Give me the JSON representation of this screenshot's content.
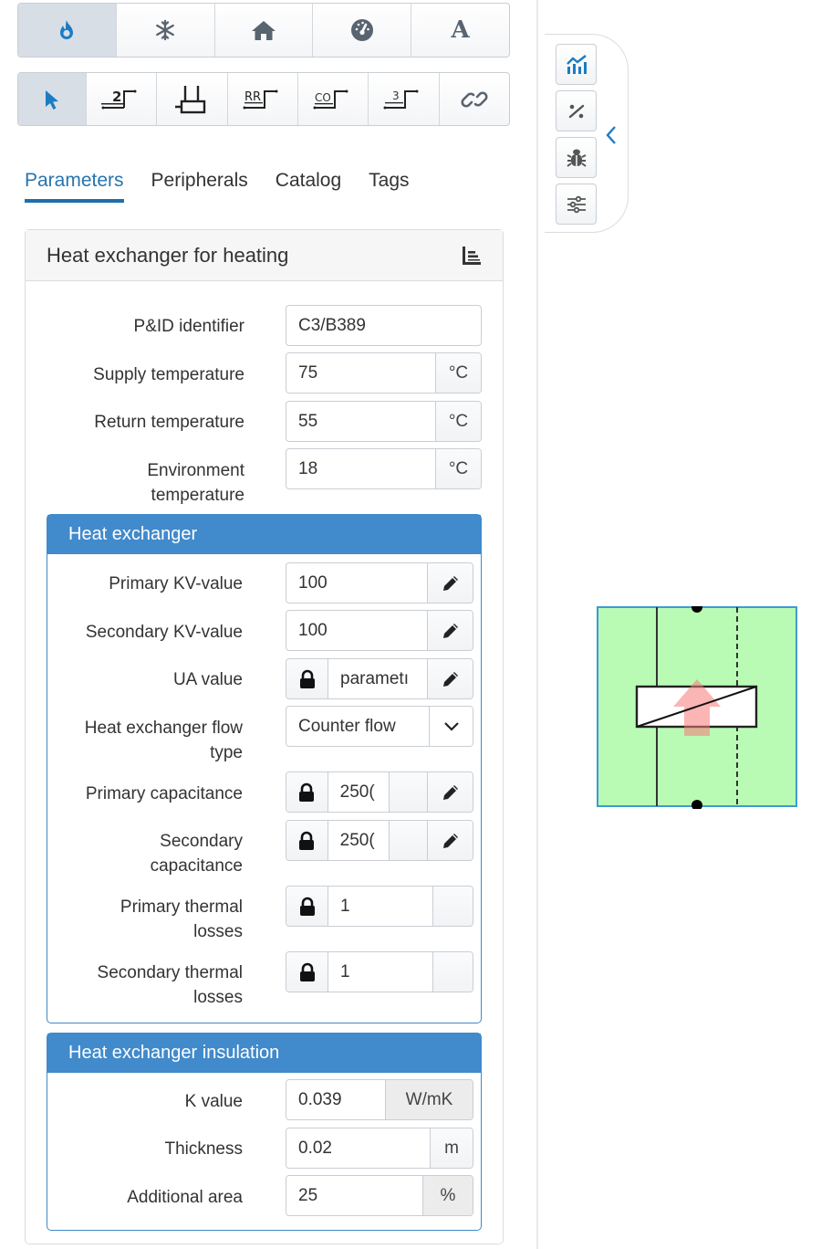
{
  "domain_toolbar": {
    "buttons": [
      {
        "icon": "flame-icon",
        "active": true
      },
      {
        "icon": "snowflake-icon",
        "active": false
      },
      {
        "icon": "house-icon",
        "active": false
      },
      {
        "icon": "gauge-icon",
        "active": false
      },
      {
        "icon": "font-icon",
        "active": false,
        "glyph": "A"
      }
    ]
  },
  "tool_toolbar": {
    "buttons": [
      {
        "icon": "pointer-icon",
        "active": true
      },
      {
        "icon": "pipe-2-icon",
        "glyph": "2"
      },
      {
        "icon": "radiator-icon"
      },
      {
        "icon": "pipe-rr-icon",
        "glyph": "RR"
      },
      {
        "icon": "pipe-co-icon",
        "glyph": "CO"
      },
      {
        "icon": "pipe-3-icon",
        "glyph": "3"
      },
      {
        "icon": "link-icon"
      }
    ]
  },
  "tabs": [
    {
      "label": "Parameters",
      "active": true
    },
    {
      "label": "Peripherals",
      "active": false
    },
    {
      "label": "Catalog",
      "active": false
    },
    {
      "label": "Tags",
      "active": false
    }
  ],
  "card": {
    "title": "Heat exchanger for heating",
    "header_icon": "chart-list-icon",
    "fields": {
      "pid": {
        "label": "P&ID identifier",
        "value": "C3/B389"
      },
      "supply": {
        "label": "Supply temperature",
        "value": "75",
        "unit": "°C"
      },
      "return": {
        "label": "Return temperature",
        "value": "55",
        "unit": "°C"
      },
      "environment": {
        "label_line1": "Environment",
        "label_line2": "temperature",
        "value": "18",
        "unit": "°C"
      }
    },
    "heat_exchanger": {
      "title": "Heat exchanger",
      "primary_kv": {
        "label": "Primary KV-value",
        "value": "100"
      },
      "secondary_kv": {
        "label": "Secondary KV-value",
        "value": "100"
      },
      "ua": {
        "label": "UA value",
        "value": "parametı"
      },
      "flow_type": {
        "label_line1": "Heat exchanger flow",
        "label_line2": "type",
        "value": "Counter flow"
      },
      "primary_cap": {
        "label": "Primary capacitance",
        "value": "250("
      },
      "secondary_cap": {
        "label_line1": "Secondary",
        "label_line2": "capacitance",
        "value": "250("
      },
      "primary_loss": {
        "label_line1": "Primary thermal",
        "label_line2": "losses",
        "value": "1"
      },
      "secondary_loss": {
        "label_line1": "Secondary thermal",
        "label_line2": "losses",
        "value": "1"
      }
    },
    "insulation": {
      "title": "Heat exchanger insulation",
      "k_value": {
        "label": "K value",
        "value": "0.039",
        "unit": "W/mK"
      },
      "thickness": {
        "label": "Thickness",
        "value": "0.02",
        "unit": "m"
      },
      "additional_area": {
        "label": "Additional area",
        "value": "25",
        "unit": "%"
      }
    }
  },
  "side_toolbar": {
    "buttons": [
      "chart-icon",
      "percent-icon",
      "bug-icon",
      "sliders-icon"
    ],
    "collapse": "chevron-left-icon"
  },
  "colors": {
    "accent": "#1d6fa9",
    "section_header": "#418acb",
    "component_fill": "#b9fbb5",
    "component_border": "#3e9ad6"
  }
}
